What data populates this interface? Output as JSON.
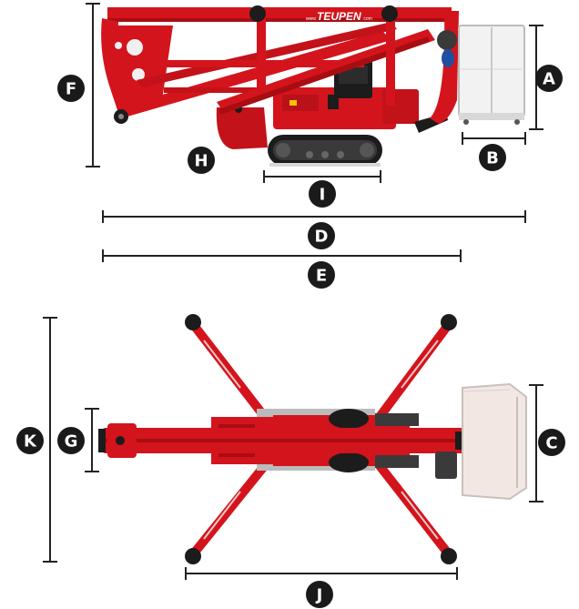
{
  "brand": {
    "logo": "TEUPEN",
    "web_prefix": "www.",
    "web_suffix": ".com"
  },
  "colors": {
    "machine_red": "#d4141c",
    "dark_red": "#a80d12",
    "track_black": "#1c1c1c",
    "basket_white": "#f2f2f2",
    "dimension_line": "#222222",
    "badge": "#1a1a1a"
  },
  "views": {
    "side": {
      "name": "side-elevation-view"
    },
    "top": {
      "name": "top-plan-view"
    }
  },
  "dimension_labels": {
    "A": "A",
    "B": "B",
    "C": "C",
    "D": "D",
    "E": "E",
    "F": "F",
    "G": "G",
    "H": "H",
    "I": "I",
    "J": "J",
    "K": "K"
  }
}
